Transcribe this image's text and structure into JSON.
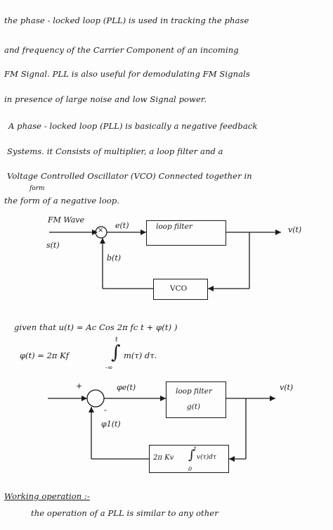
{
  "paragraph1": [
    "the phase - locked loop (PLL) is used in tracking the phase",
    "and frequency of the Carrier Component of an incoming",
    "FM Signal. PLL is also useful for demodulating FM Signals",
    "in presence of large noise and low Signal power."
  ],
  "paragraph2": [
    "A phase - locked loop (PLL) is basically a negative feedback",
    "Systems. it Consists of multiplier, a loop filter and a",
    "Voltage Controlled Oscillator (VCO) Connected together in",
    "the form of a negative loop."
  ],
  "paragraph2_insert": "form",
  "diagram1": {
    "input_label": "FM Wave",
    "input_signal": "s(t)",
    "multiplier_symbol": "×",
    "error_signal": "e(t)",
    "filter_label": "loop filter",
    "output_signal": "v(t)",
    "feedback_signal": "b(t)",
    "vco_label": "VCO"
  },
  "equations": {
    "given_line": "given that   u(t) = Ac Cos 2π fc t + φ(t) )",
    "phi_lhs": "φ(t) = 2π Kf",
    "integral_upper": "t",
    "integral_lower": "-∞",
    "integrand": "m(τ) dτ."
  },
  "diagram2": {
    "plus_sign": "+",
    "minus_sign": "-",
    "error_phase": "φe(t)",
    "filter_label": "loop filter",
    "filter_impulse": "g(t)",
    "output_signal": "v(t)",
    "feedback_phase": "φ1(t)",
    "integrator_prefix": "2π Kv",
    "integrator_upper": "t",
    "integrator_lower": "0",
    "integrator_integrand": "v(τ)dτ"
  },
  "working": {
    "heading": "Working operation :-",
    "text": "the operation of a PLL is similar to any other"
  }
}
